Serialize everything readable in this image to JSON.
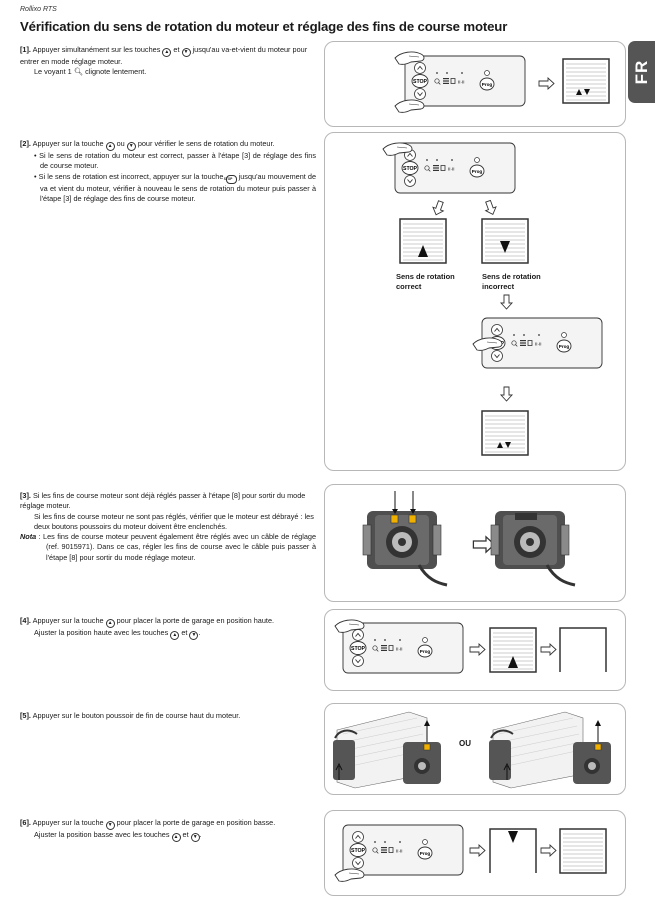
{
  "header": {
    "product": "Rollixo RTS"
  },
  "page_title": "Vérification du sens de rotation du moteur et réglage des fins de course moteur",
  "lang_tab": "FR",
  "steps": {
    "s1": {
      "num": "[1].",
      "l1": "Appuyer simultanément sur les touches",
      "l2": "et",
      "l3": "jusqu'au va-et-vient du moteur pour entrer en mode réglage moteur.",
      "l4a": "Le voyant 1",
      "l4b": "clignote lentement."
    },
    "s2": {
      "num": "[2].",
      "l1": "Appuyer sur la touche",
      "l2": "ou",
      "l3": "pour vérifier le sens de rotation du moteur.",
      "b1": "• Si le sens de rotation du moteur est correct, passer à l'étape [3] de réglage des fins de course moteur.",
      "b2a": "• Si le sens de rotation est incorrect, appuyer sur la touche",
      "b2b": "jusqu'au mouvement de va et vient du moteur, vérifier à nouveau le sens de rotation du moteur puis passer à l'étape [3] de réglage des fins de course moteur.",
      "cap_correct": "Sens de rotation correct",
      "cap_incorrect": "Sens de rotation incorrect"
    },
    "s3": {
      "num": "[3].",
      "l1": "Si les fins de course moteur sont déjà réglés passer à l'étape [8] pour sortir du mode réglage moteur.",
      "l2": "Si les fins de course moteur ne sont pas réglés, vérifier que le moteur est débrayé : les deux boutons poussoirs du moteur doivent être enclenchés.",
      "nota_label": "Nota",
      "nota_text": ": Les fins de course moteur peuvent également être réglés avec un câble de réglage (ref. 9015971). Dans ce cas, régler les fins de course avec le câble puis passer à l'étape [8] pour sortir du mode réglage moteur."
    },
    "s4": {
      "num": "[4].",
      "l1": "Appuyer sur la touche",
      "l2": "pour placer la porte de garage en position haute.",
      "l3": "Ajuster la position haute avec les touches",
      "l4": "et"
    },
    "s5": {
      "num": "[5].",
      "l1": "Appuyer sur le bouton poussoir de fin de course haut du moteur.",
      "ou": "OU"
    },
    "s6": {
      "num": "[6].",
      "l1": "Appuyer sur la touche",
      "l2": "pour placer la porte de garage en position basse.",
      "l3": "Ajuster la position basse avec les touches",
      "l4": "et"
    }
  },
  "remote": {
    "stop": "STOP",
    "prog": "Prog"
  },
  "icons": {
    "up": "up-arrow-button-icon",
    "down": "down-arrow-button-icon",
    "stop": "stop-button-icon",
    "led": "magnifier-led-icon"
  },
  "colors": {
    "frame": "#b7b7b7",
    "tab": "#555555",
    "motor": "#555555",
    "button": "#f0b000"
  }
}
